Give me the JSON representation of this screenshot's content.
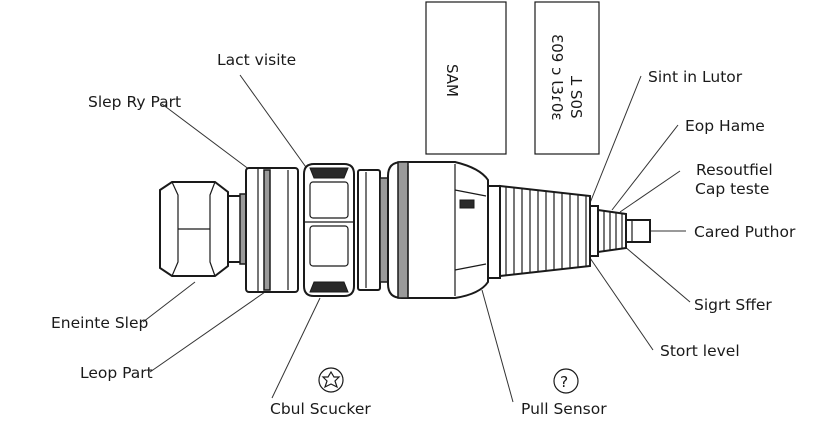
{
  "labels": {
    "lact_visite": "Lact visite",
    "slep_ry_part": "Slep Ry Part",
    "eneinte_slep": "Eneinte Slep",
    "leop_part": "Leop Part",
    "cbul_scucker": "Cbul Scucker",
    "pull_sensor": "Pull Sensor",
    "sint_in_lutor": "Sint in Lutor",
    "eop_hame": "Eop Hame",
    "resoutfiel": "Resoutfiel",
    "cap_teste": "Cap teste",
    "cared_puthor": "Cared Puthor",
    "sigrt_sffer": "Sigrt Sffer",
    "stort_level": "Stort level"
  },
  "boxes": {
    "left_text": "SAM",
    "right_text_1": "Ɛ09 ɔ Ɩ3ɾ0ɛ",
    "right_text_2": "ꓕ S0S"
  },
  "icons": {
    "cbul_icon": "gear-badge-icon",
    "pull_icon": "question-icon",
    "pull_icon_glyph": "?"
  }
}
